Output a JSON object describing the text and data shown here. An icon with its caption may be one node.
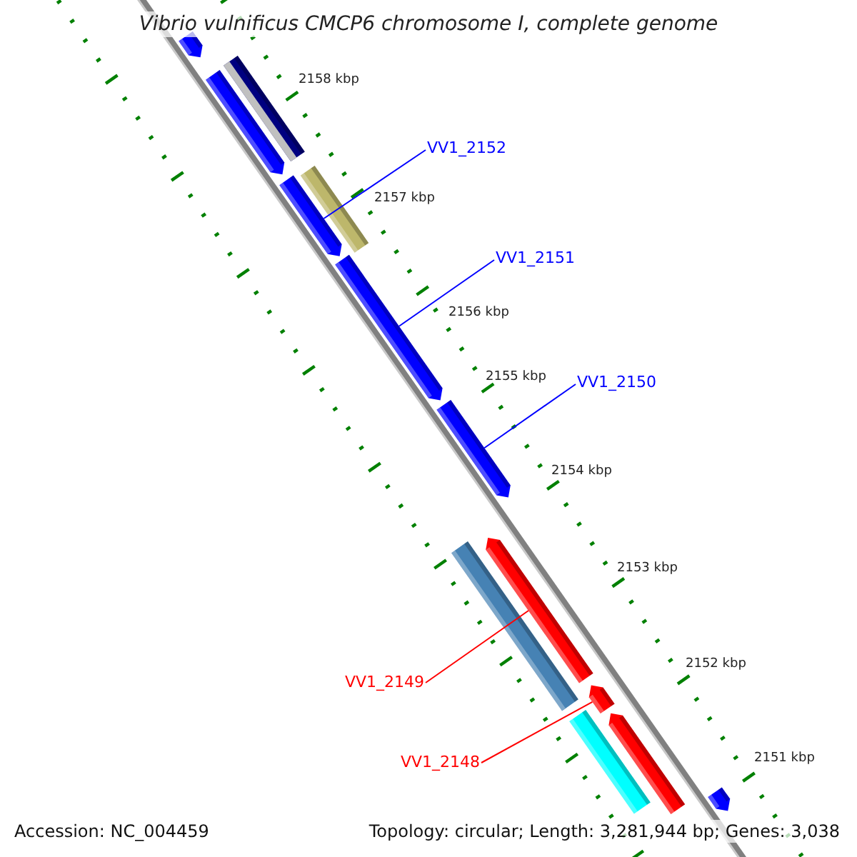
{
  "diagram": {
    "title": "Vibrio vulnificus CMCP6 chromosome I, complete genome",
    "nodes": [
      {
        "text": [
          "VV1_2152"
        ]
      },
      {
        "text": [
          "VV1_2151"
        ]
      },
      {
        "text": [
          "VV1_2150"
        ]
      },
      {
        "text": [
          "VV1_2149"
        ]
      },
      {
        "text": [
          "VV1_2148"
        ]
      },
      {
        "text": [],
        "shape": "arrow"
      },
      {
        "text": [],
        "shape": "box"
      },
      {
        "text": [],
        "shape": "arrow"
      },
      {
        "text": [],
        "shape": "arrow"
      },
      {
        "text": [],
        "shape": "box"
      },
      {
        "text": [],
        "shape": "arrow"
      },
      {
        "text": [],
        "shape": "arrow"
      },
      {
        "text": [],
        "shape": "box"
      },
      {
        "text": [],
        "shape": "arrow"
      },
      {
        "text": [],
        "shape": "arrow"
      },
      {
        "text": [],
        "shape": "box"
      },
      {
        "text": [],
        "shape": "arrow"
      },
      {
        "text": [],
        "shape": "arrow"
      }
    ],
    "edges": [
      {
        "from": 0,
        "to": 8,
        "arrow": "none"
      },
      {
        "from": 1,
        "to": 10,
        "arrow": "none"
      },
      {
        "from": 2,
        "to": 11,
        "arrow": "none"
      },
      {
        "from": 3,
        "to": 13,
        "arrow": "none",
        "color": "#ff0000"
      },
      {
        "from": 4,
        "to": 14,
        "arrow": "none",
        "color": "#ff0000"
      }
    ],
    "labels": [
      "2158 kbp",
      "2157 kbp",
      "2156 kbp",
      "2155 kbp",
      "2154 kbp",
      "2153 kbp",
      "2152 kbp",
      "2151 kbp",
      "Accession: NC_004459",
      "Topology: circular; Length: 3,281,944 bp; Genes: 3,038"
    ]
  }
}
